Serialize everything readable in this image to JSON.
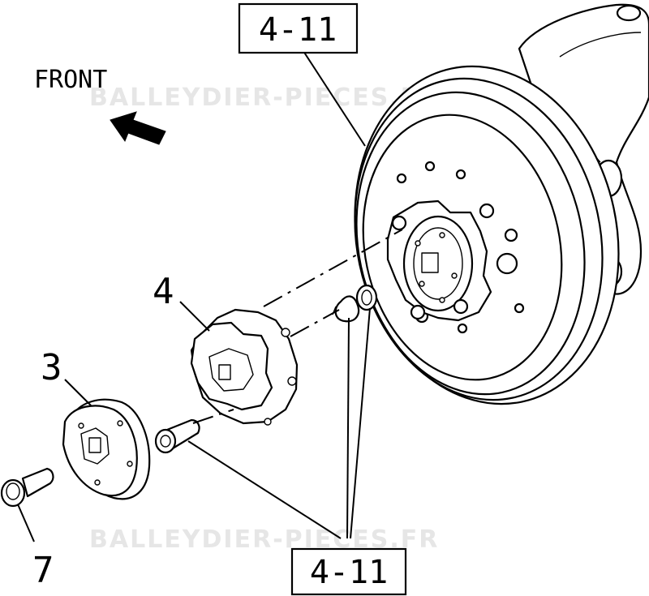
{
  "watermark": "BALLEYDIER-PIECES.FR",
  "direction_label": "FRONT",
  "callouts": {
    "ref_top": "4-11",
    "ref_bottom": "4-11",
    "part_4": "4",
    "part_3": "3",
    "part_7": "7"
  }
}
